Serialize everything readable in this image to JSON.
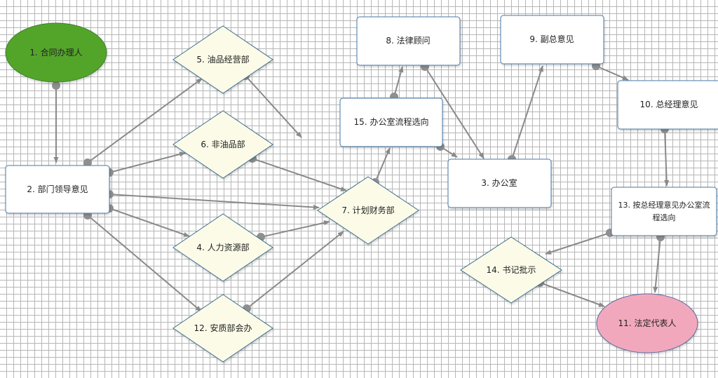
{
  "colors": {
    "start_fill": "#52a52a",
    "end_fill": "#f2a8bc",
    "diamond_fill": "#fbfbe8",
    "rect_fill": "#ffffff",
    "edge": "#8a8a8a"
  },
  "nodes": {
    "n1": "1. 合同办理人",
    "n2": "2. 部门领导意见",
    "n3": "3. 办公室",
    "n4": "4. 人力资源部",
    "n5": "5. 油品经营部",
    "n6": "6. 非油品部",
    "n7": "7. 计划财务部",
    "n8": "8. 法律顾问",
    "n9": "9. 副总意见",
    "n10": "10. 总经理意见",
    "n11": "11. 法定代表人",
    "n12": "12. 安质部会办",
    "n13_line1": "13. 按总经理意见办公室流",
    "n13_line2": "程选向",
    "n14": "14. 书记批示",
    "n15": "15. 办公室流程选向"
  },
  "edges": [
    [
      "n1",
      "n2"
    ],
    [
      "n2",
      "n5"
    ],
    [
      "n2",
      "n6"
    ],
    [
      "n2",
      "n7"
    ],
    [
      "n2",
      "n4"
    ],
    [
      "n2",
      "n12"
    ],
    [
      "n5",
      "n7"
    ],
    [
      "n6",
      "n7"
    ],
    [
      "n4",
      "n7"
    ],
    [
      "n12",
      "n7"
    ],
    [
      "n7",
      "n15"
    ],
    [
      "n15",
      "n8"
    ],
    [
      "n15",
      "n3"
    ],
    [
      "n8",
      "n3"
    ],
    [
      "n3",
      "n9"
    ],
    [
      "n9",
      "n10"
    ],
    [
      "n10",
      "n13"
    ],
    [
      "n13",
      "n14"
    ],
    [
      "n13",
      "n11"
    ],
    [
      "n14",
      "n11"
    ]
  ]
}
